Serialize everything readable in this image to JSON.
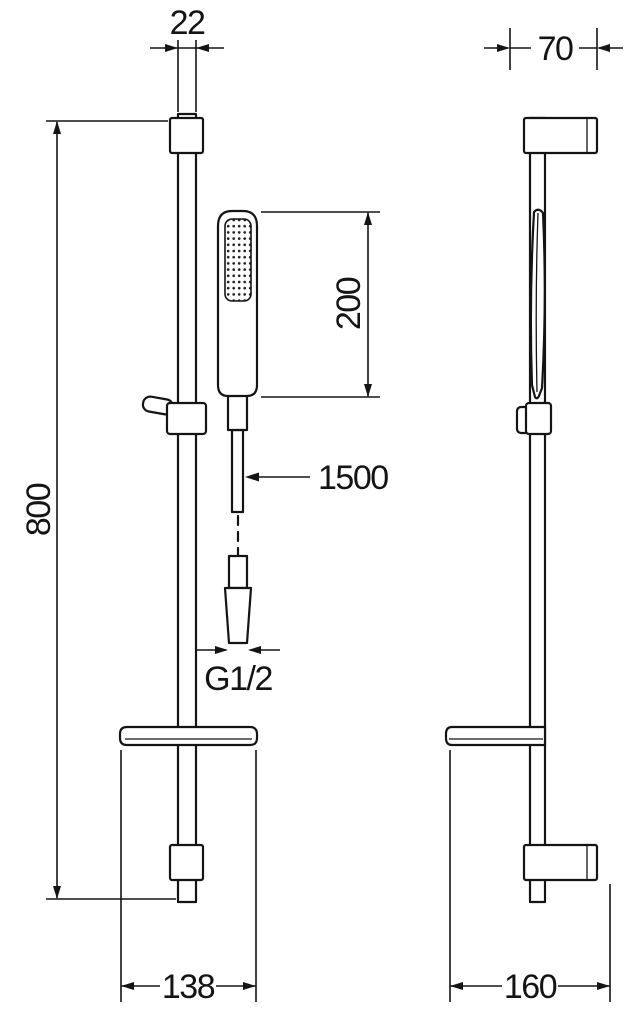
{
  "drawing": {
    "background": "#ffffff",
    "ink": "#141414",
    "dimensions": {
      "rail_width": "22",
      "bracket_depth": "70",
      "handshower_length": "200",
      "hose_length": "1500",
      "rail_height": "800",
      "thread": "G1/2",
      "shelf_width": "138",
      "overall_depth": "160"
    }
  }
}
